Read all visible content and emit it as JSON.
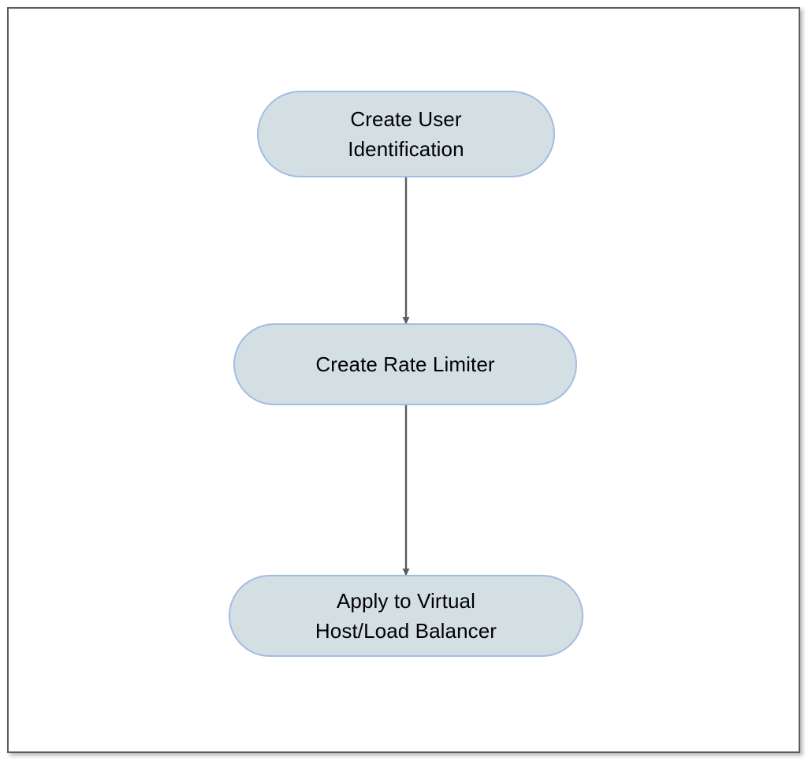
{
  "diagram": {
    "type": "flowchart",
    "orientation": "top-to-bottom",
    "background_color": "#ffffff",
    "frame_border_color": "#5c5c5c",
    "node_fill_color": "#d4dfe4",
    "node_border_color": "#a3bce3",
    "connector_color": "#5c5c5c",
    "text_color": "#000000",
    "nodes": [
      {
        "id": "create-user-identification",
        "label": "Create User\nIdentification",
        "shape": "rounded-stadium",
        "order": 1
      },
      {
        "id": "create-rate-limiter",
        "label": "Create Rate Limiter",
        "shape": "rounded-stadium",
        "order": 2
      },
      {
        "id": "apply-to-virtual-host",
        "label": "Apply to Virtual\nHost/Load Balancer",
        "shape": "rounded-stadium",
        "order": 3
      }
    ],
    "edges": [
      {
        "id": "edge-1",
        "from": "create-user-identification",
        "to": "create-rate-limiter",
        "label": "",
        "arrow": "filled-triangle"
      },
      {
        "id": "edge-2",
        "from": "create-rate-limiter",
        "to": "apply-to-virtual-host",
        "label": "",
        "arrow": "filled-triangle"
      }
    ]
  }
}
